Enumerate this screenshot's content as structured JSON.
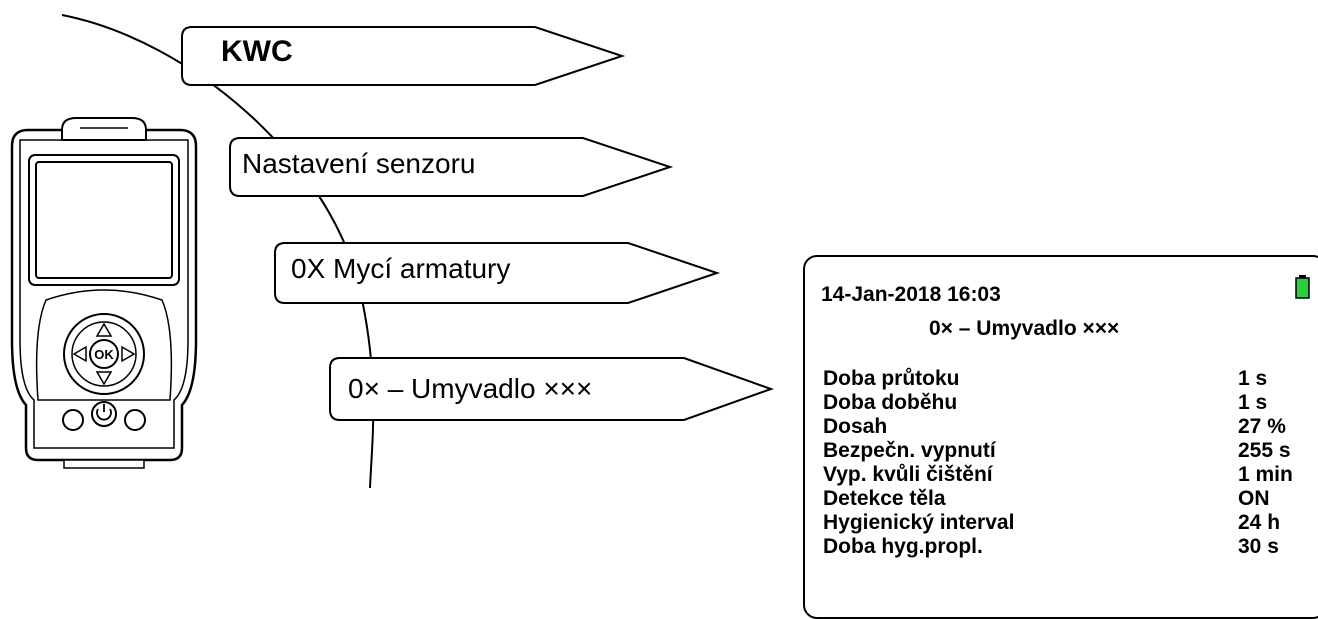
{
  "menu_path": {
    "level1": "KWC",
    "level2": "Nastavení senzoru",
    "level3": "0X Mycí armatury",
    "level4": "0× – Umyvadlo ×××"
  },
  "device_screen": {
    "datetime": "14-Jan-2018 16:03",
    "title": "0× – Umyvadlo ×××",
    "battery_color": "#2ecc40",
    "rows": [
      {
        "label": "Doba průtoku",
        "value": "1 s"
      },
      {
        "label": "Doba doběhu",
        "value": "1 s"
      },
      {
        "label": "Dosah",
        "value": "27 %"
      },
      {
        "label": "Bezpečn. vypnutí",
        "value": "255 s"
      },
      {
        "label": "Vyp. kvůli čištění",
        "value": "1 min"
      },
      {
        "label": "Detekce těla",
        "value": "ON"
      },
      {
        "label": "Hygienický interval",
        "value": "24 h"
      },
      {
        "label": "Doba hyg.propl.",
        "value": "30 s"
      }
    ]
  },
  "remote_control": {
    "button_ok": "OK"
  }
}
